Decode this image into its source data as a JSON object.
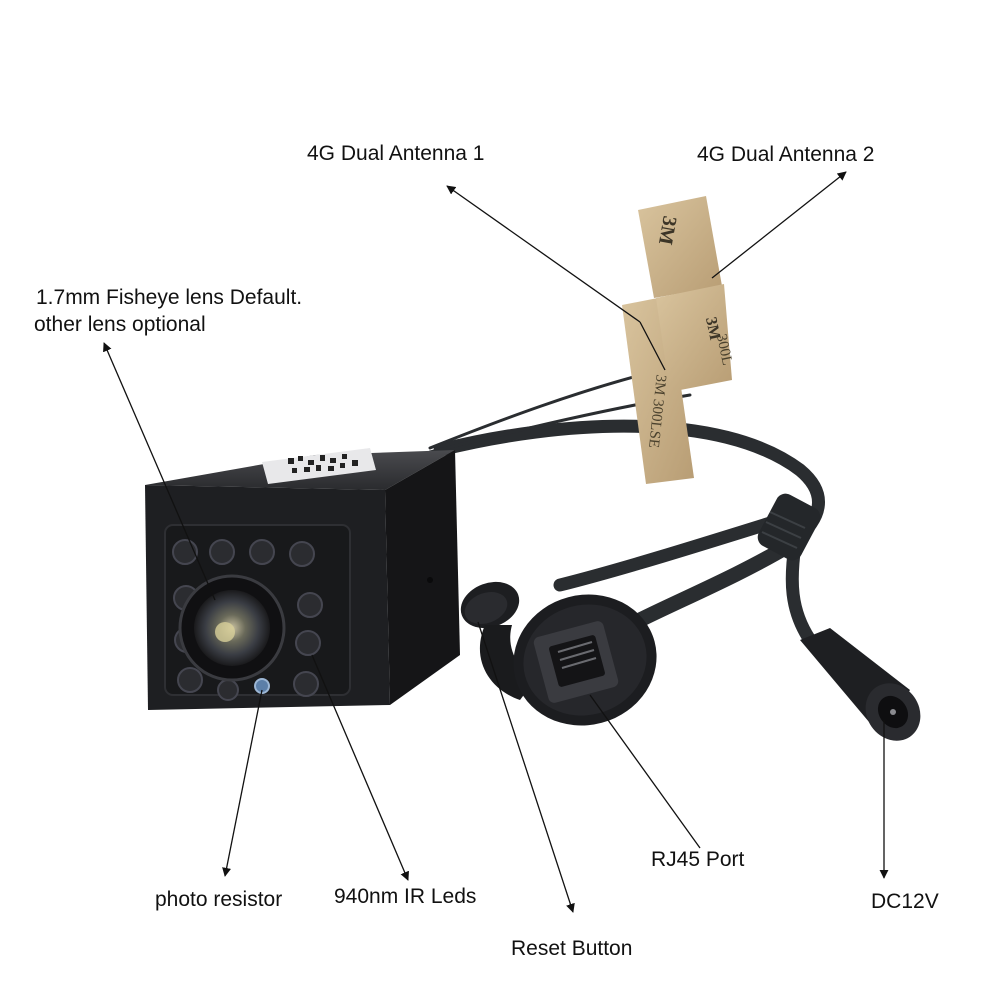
{
  "labels": {
    "antenna_1": "4G Dual Antenna 1",
    "antenna_2": "4G Dual Antenna 2",
    "lens_line1": "1.7mm Fisheye lens Default.",
    "lens_line2": "other lens optional",
    "photo_resistor": "photo resistor",
    "ir_leds": "940nm IR Leds",
    "reset_button": "Reset Button",
    "rj45_port": "RJ45 Port",
    "dc12v": "DC12V"
  },
  "tape_text": {
    "brand": "3M",
    "code": "300L",
    "side": "3M 300LSE"
  },
  "colors": {
    "background": "#ffffff",
    "label_text": "#111111",
    "arrow": "#111111",
    "camera_body": "#1c1c1e",
    "cable": "#2a2d30",
    "tape": "#cdb48e"
  },
  "ir_led_count": 11
}
